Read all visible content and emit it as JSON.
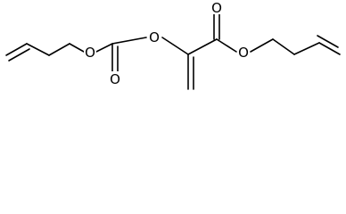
{
  "molecule": {
    "atom_labels": {
      "o_allyl_left": "O",
      "o_carbonyl_carbonate": "O",
      "o_bridge": "O",
      "o_carbonyl_ester": "O",
      "o_allyl_right": "O"
    },
    "colors": {
      "bond": "#000000",
      "label": "#000000",
      "background": "#ffffff"
    }
  }
}
